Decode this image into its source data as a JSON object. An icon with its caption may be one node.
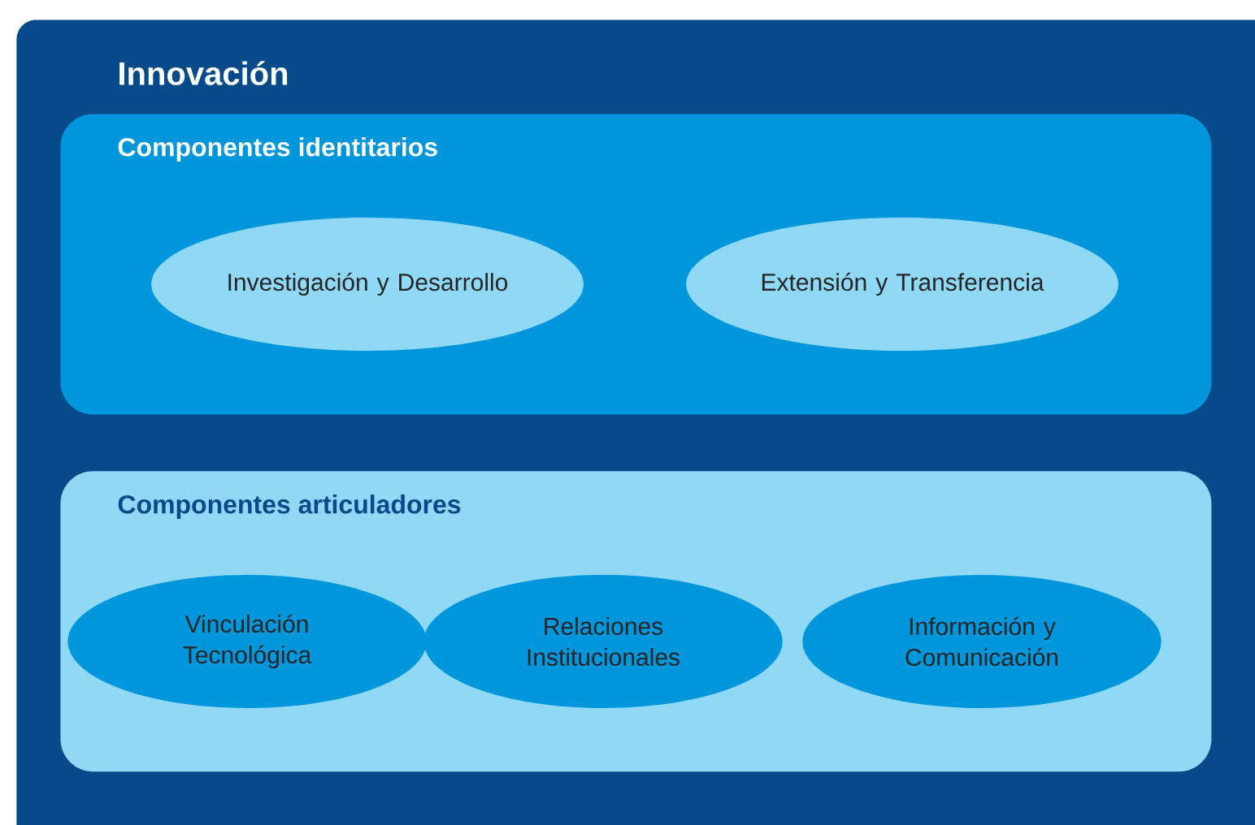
{
  "diagram": {
    "nodes": [
      {
        "text": [
          "Innovación"
        ]
      },
      {
        "text": [
          "Componentes identitarios"
        ],
        "in": 0
      },
      {
        "text": [
          "Investigación y Desarrollo"
        ],
        "in": 1
      },
      {
        "text": [
          "Extensión y Transferencia"
        ],
        "in": 1
      },
      {
        "text": [
          "Componentes articuladores"
        ],
        "in": 0
      },
      {
        "text": [
          "Vinculación Tecnológica"
        ],
        "in": 4
      },
      {
        "text": [
          "Relaciones Institucionales"
        ],
        "in": 4
      },
      {
        "text": [
          "Información y Comunicación"
        ],
        "in": 4
      }
    ]
  }
}
